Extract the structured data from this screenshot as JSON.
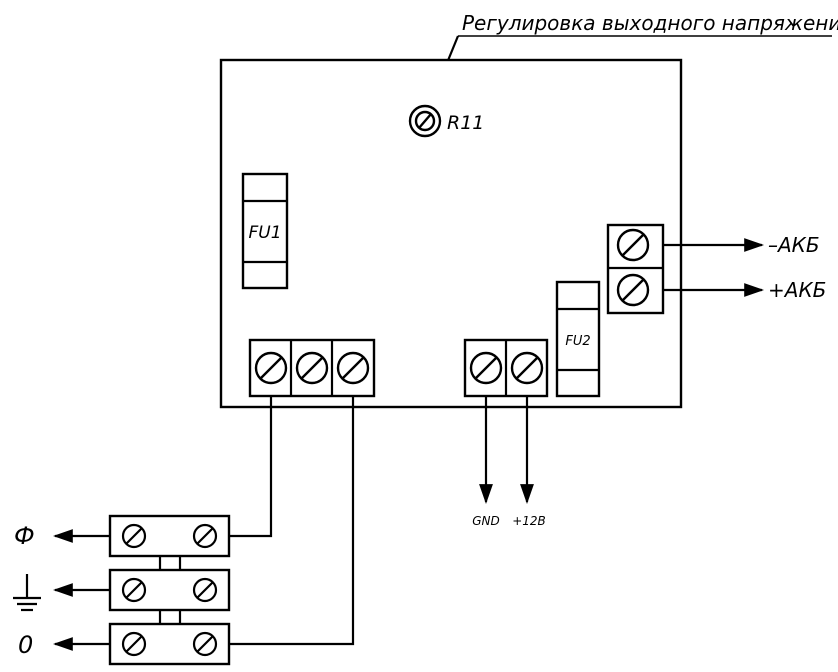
{
  "header": {
    "adjust_label": "Регулировка выходного напряжения"
  },
  "board": {
    "r11_label": "R11",
    "fu1_label": "FU1",
    "fu2_label": "FU2",
    "gnd_label": "GND",
    "plus12_label": "+12В"
  },
  "battery": {
    "minus_label": "–АКБ",
    "plus_label": "+АКБ"
  },
  "mains": {
    "phase_label": "Ф",
    "neutral_label": "0"
  }
}
